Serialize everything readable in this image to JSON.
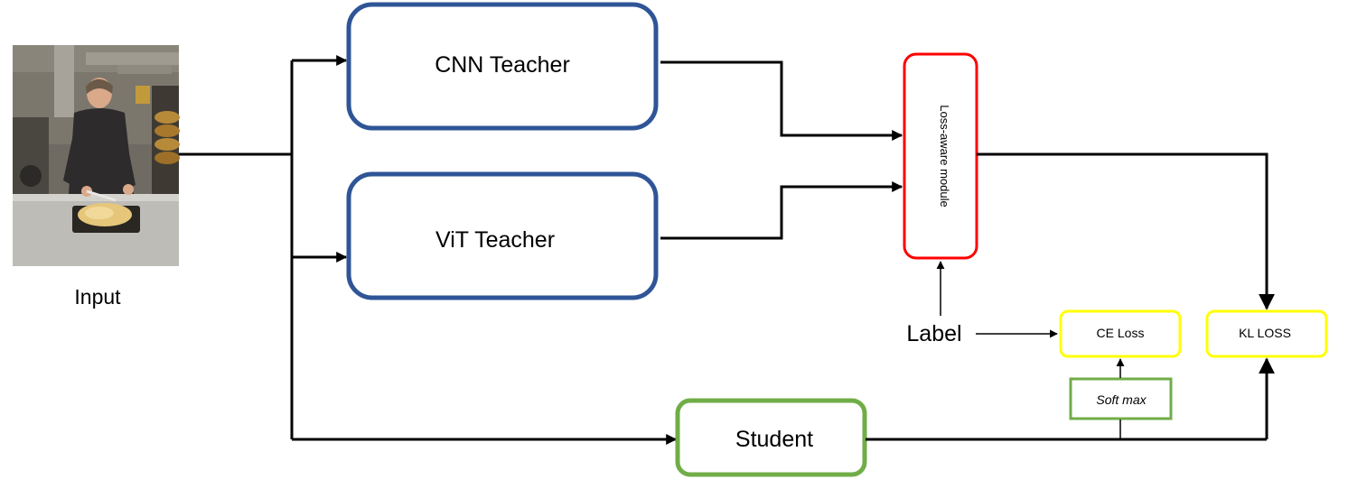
{
  "input": {
    "label": "Input"
  },
  "teachers": {
    "cnn": "CNN Teacher",
    "vit": "ViT Teacher"
  },
  "loss_module": {
    "label": "Loss-aware module"
  },
  "label_node": {
    "label": "Label"
  },
  "losses": {
    "ce": "CE Loss",
    "kl": "KL LOSS"
  },
  "softmax": {
    "label": "Soft max"
  },
  "student": {
    "label": "Student"
  },
  "colors": {
    "teacher_border": "#2F5597",
    "loss_module_border": "#FF0000",
    "loss_border": "#FFFF00",
    "student_border": "#70AD47",
    "wire": "#000000"
  }
}
